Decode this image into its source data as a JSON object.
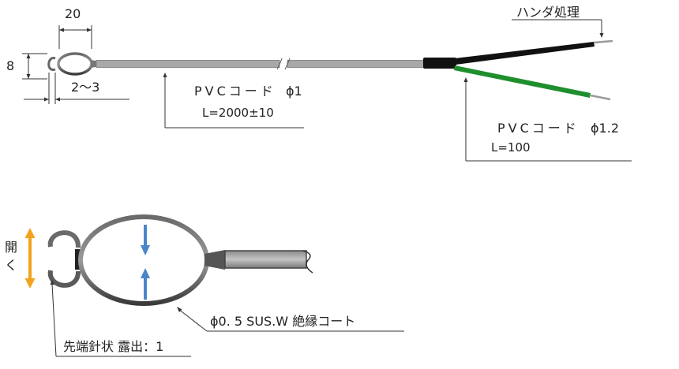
{
  "top_view": {
    "dim_width": "20",
    "dim_height": "8",
    "dim_gap": "2〜3",
    "cable_label": "PVCコード",
    "cable_diameter": "ϕ1",
    "cable_length": "L=2000±10",
    "lead_label": "PVCコード",
    "lead_diameter": "ϕ1.2",
    "lead_length": "L=100",
    "solder_note": "ハンダ処理",
    "colors": {
      "cable": "#a8a8a8",
      "black_lead": "#111111",
      "green_lead": "#1f8f2e"
    }
  },
  "detail_view": {
    "open_label": "開く",
    "wire_label": "ϕ0. 5 SUS.W 絶縁コート",
    "tip_label": "先端針状 露出：1",
    "colors": {
      "open_arrow": "#f2a31b",
      "press_arrow": "#4a86c8"
    }
  }
}
